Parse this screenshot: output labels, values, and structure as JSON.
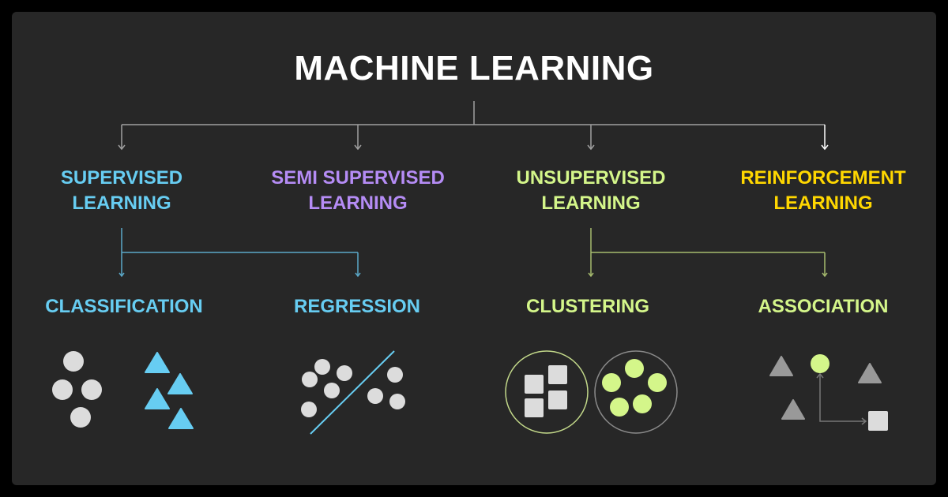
{
  "title": "MACHINE LEARNING",
  "colors": {
    "background": "#272727",
    "frame": "#000000",
    "supervised": "#67cdf2",
    "semi_supervised": "#b58cf5",
    "unsupervised": "#d4f68a",
    "reinforcement": "#ffd700",
    "shape_light": "#dcdcdc",
    "shape_mid": "#999999",
    "connector": "#a0a0a0"
  },
  "categories": [
    {
      "id": "supervised",
      "line1": "SUPERVISED",
      "line2": "LEARNING"
    },
    {
      "id": "semi-supervised",
      "line1": "SEMI SUPERVISED",
      "line2": "LEARNING"
    },
    {
      "id": "unsupervised",
      "line1": "UNSUPERVISED",
      "line2": "LEARNING"
    },
    {
      "id": "reinforcement",
      "line1": "REINFORCEMENT",
      "line2": "LEARNING"
    }
  ],
  "subcategories": [
    {
      "id": "classification",
      "label": "CLASSIFICATION",
      "parent": "supervised",
      "icon": "classification-illustration"
    },
    {
      "id": "regression",
      "label": "REGRESSION",
      "parent": "supervised",
      "icon": "regression-illustration"
    },
    {
      "id": "clustering",
      "label": "CLUSTERING",
      "parent": "unsupervised",
      "icon": "clustering-illustration"
    },
    {
      "id": "association",
      "label": "ASSOCIATION",
      "parent": "unsupervised",
      "icon": "association-illustration"
    }
  ]
}
